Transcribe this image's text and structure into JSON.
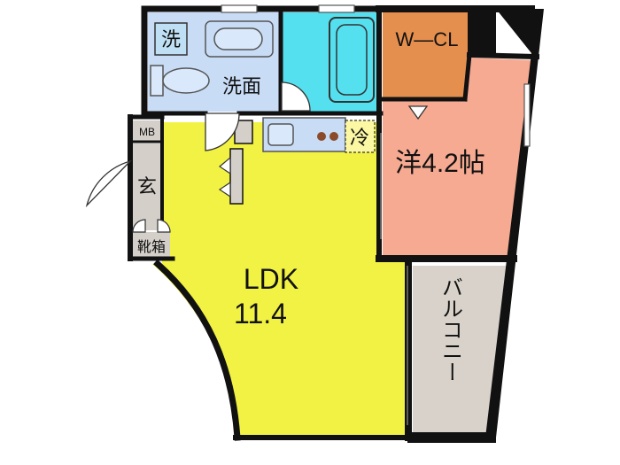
{
  "floor_plan": {
    "rooms": {
      "ldk": {
        "name": "LDK",
        "size": "11.4"
      },
      "western_room": {
        "label": "洋4.2帖"
      },
      "walk_in_closet": {
        "label": "W—CL"
      },
      "washroom": {
        "label": "洗面"
      },
      "balcony": {
        "label": "バルコニー"
      },
      "entrance": {
        "label": "玄"
      },
      "shoe_box": {
        "label": "靴箱"
      }
    },
    "fixtures": {
      "washing_machine": {
        "label": "洗"
      },
      "meter_box": {
        "label": "MB"
      },
      "refrigerator": {
        "label": "冷"
      }
    },
    "colors": {
      "ldk": "#f2f244",
      "western_room": "#f6aa92",
      "walk_in_closet": "#e58f4e",
      "wet_area": "#c9dcf6",
      "bath": "#55e0ef",
      "balcony": "#d8d2ca",
      "entrance": "#d4cfc9",
      "wall": "#111111"
    }
  }
}
